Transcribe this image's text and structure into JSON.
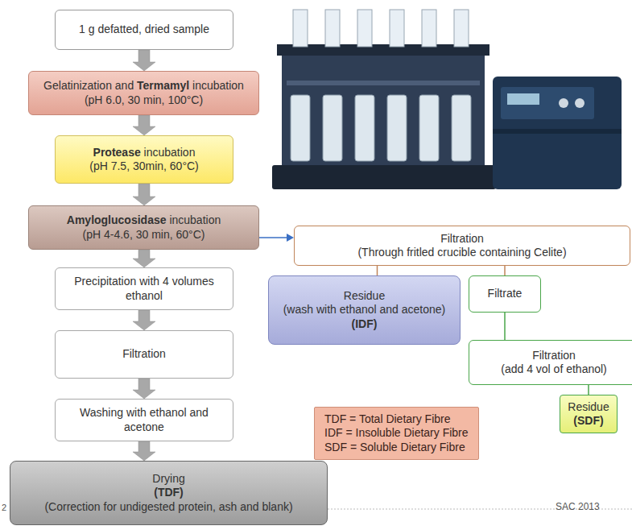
{
  "diagram": {
    "nodes": [
      {
        "text": [
          "1 g defatted, dried sample"
        ]
      },
      {
        "text": [
          "Gelatinization and Termamyl incubation",
          "(pH 6.0, 30 min, 100°C)"
        ]
      },
      {
        "text": [
          "Protease incubation",
          "(pH 7.5, 30min, 60°C)"
        ]
      },
      {
        "text": [
          "Amyloglucosidase incubation",
          "(pH 4-4.6, 30 min, 60°C)"
        ]
      },
      {
        "text": [
          "Precipitation with 4 volumes ethanol"
        ]
      },
      {
        "text": [
          "Filtration"
        ]
      },
      {
        "text": [
          "Washing with ethanol and acetone"
        ]
      },
      {
        "text": [
          "Drying",
          "(TDF)",
          "(Correction for undigested protein, ash and blank)"
        ]
      },
      {
        "text": [
          "Filtration",
          "(Through fritled crucible containing Celite)"
        ]
      },
      {
        "text": [
          "Residue",
          "(wash with ethanol and acetone)",
          "(IDF)"
        ]
      },
      {
        "text": [
          "Filtrate"
        ]
      },
      {
        "text": [
          "Filtration",
          "(add 4 vol of ethanol)"
        ]
      },
      {
        "text": [
          "TDF = Total Dietary Fibre",
          "IDF = Insoluble Dietary Fibre",
          "SDF = Soluble Dietary Fibre"
        ]
      },
      {
        "text": [
          "Residue",
          "(SDF)"
        ]
      }
    ],
    "edges": [
      {
        "from": 0,
        "to": 1,
        "arrow": "to"
      },
      {
        "from": 1,
        "to": 2,
        "arrow": "to"
      },
      {
        "from": 2,
        "to": 3,
        "arrow": "to"
      },
      {
        "from": 3,
        "to": 4,
        "arrow": "to"
      },
      {
        "from": 4,
        "to": 5,
        "arrow": "to"
      },
      {
        "from": 5,
        "to": 6,
        "arrow": "to"
      },
      {
        "from": 6,
        "to": 7,
        "arrow": "to"
      },
      {
        "from": 3,
        "to": 8,
        "arrow": "to"
      },
      {
        "from": 8,
        "to": 9,
        "arrow": "none"
      },
      {
        "from": 8,
        "to": 10,
        "arrow": "none"
      },
      {
        "from": 10,
        "to": 11,
        "arrow": "none"
      },
      {
        "from": 11,
        "to": 13,
        "arrow": "none"
      }
    ],
    "labels": [
      "2",
      "SAC 2013"
    ]
  }
}
